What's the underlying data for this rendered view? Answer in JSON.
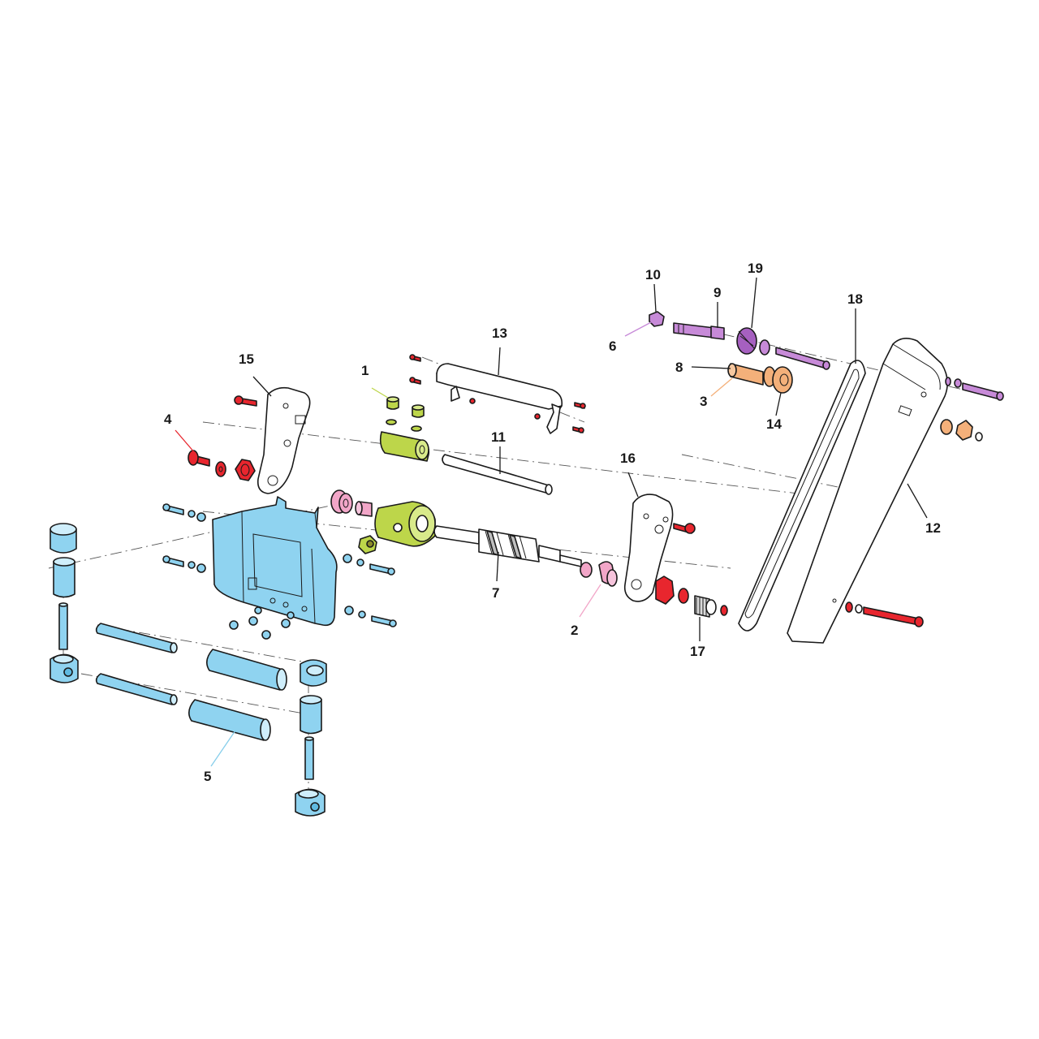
{
  "colors": {
    "blue": "#8fd3f0",
    "red": "#e8262e",
    "green": "#bdd64a",
    "pink": "#f2a6c8",
    "purple": "#c78ad8",
    "orange": "#f4b07a",
    "white": "#ffffff",
    "outline": "#1a1a1a"
  },
  "callouts": [
    {
      "id": "1",
      "text": "1",
      "part_color": "green"
    },
    {
      "id": "2",
      "text": "2",
      "part_color": "pink"
    },
    {
      "id": "3",
      "text": "3",
      "part_color": "orange"
    },
    {
      "id": "4",
      "text": "4",
      "part_color": "red"
    },
    {
      "id": "5",
      "text": "5",
      "part_color": "blue"
    },
    {
      "id": "6",
      "text": "6",
      "part_color": "purple"
    },
    {
      "id": "7",
      "text": "7",
      "part_color": "white"
    },
    {
      "id": "8",
      "text": "8",
      "part_color": "orange"
    },
    {
      "id": "9",
      "text": "9",
      "part_color": "purple"
    },
    {
      "id": "10",
      "text": "10",
      "part_color": "purple"
    },
    {
      "id": "11",
      "text": "11",
      "part_color": "white"
    },
    {
      "id": "12",
      "text": "12",
      "part_color": "white"
    },
    {
      "id": "13",
      "text": "13",
      "part_color": "white"
    },
    {
      "id": "14",
      "text": "14",
      "part_color": "orange"
    },
    {
      "id": "15",
      "text": "15",
      "part_color": "white"
    },
    {
      "id": "16",
      "text": "16",
      "part_color": "white"
    },
    {
      "id": "17",
      "text": "17",
      "part_color": "white"
    },
    {
      "id": "18",
      "text": "18",
      "part_color": "white"
    },
    {
      "id": "19",
      "text": "19",
      "part_color": "purple"
    }
  ]
}
